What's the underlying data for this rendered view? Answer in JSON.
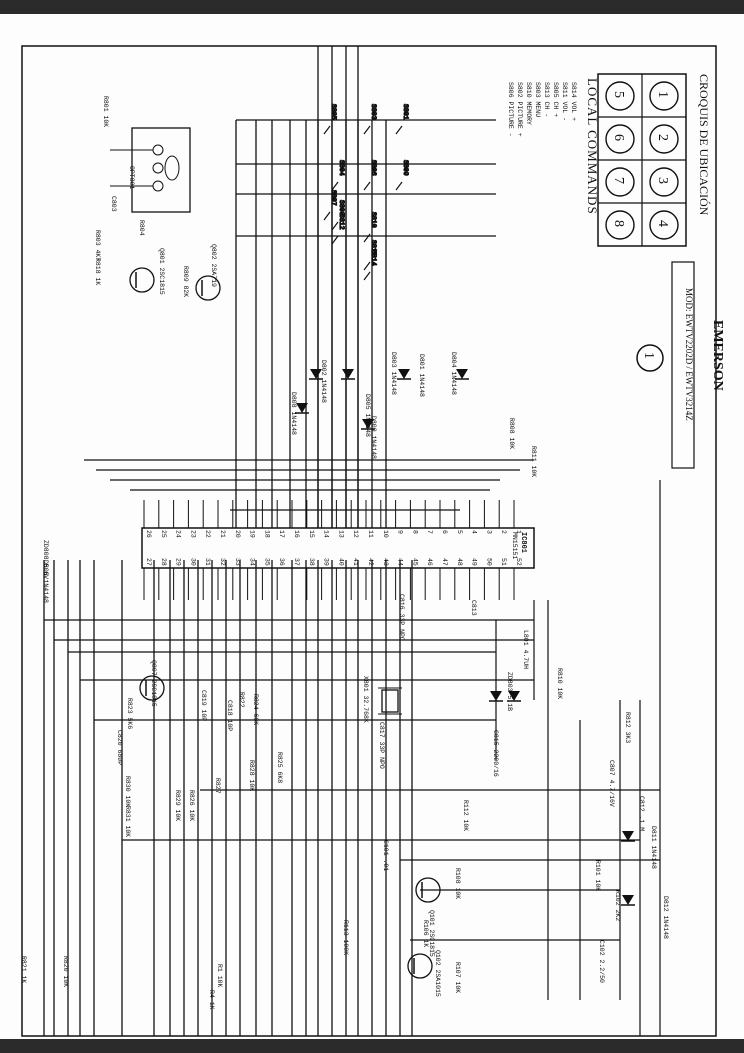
{
  "title": {
    "croquis": "CROQUIS DE UBICACIÓN",
    "brand": "EMERSON",
    "model": "MOD: EWTV2202D / EWTV3214Z",
    "sheet_number": "1"
  },
  "croquis_grid": [
    "1",
    "2",
    "3",
    "4",
    "5",
    "6",
    "7",
    "8"
  ],
  "local_commands": {
    "header": "LOCAL COMMANDS",
    "items": [
      "S814 VOL +",
      "S811 VOL -",
      "S805 CH +",
      "S813 CH -",
      "S803 MENU",
      "S810 MEMORY",
      "S802 PICTURE +",
      "S806 PICTURE -"
    ]
  },
  "ic": {
    "name": "IC801",
    "part": "MN15151",
    "left_pins": [
      "1",
      "2",
      "3",
      "4",
      "5",
      "6",
      "7",
      "8",
      "9",
      "10",
      "11",
      "12",
      "13",
      "14",
      "15",
      "16",
      "17",
      "18",
      "19",
      "20",
      "21",
      "22",
      "23",
      "24",
      "25",
      "26"
    ],
    "right_pins": [
      "52",
      "51",
      "50",
      "49",
      "48",
      "47",
      "46",
      "45",
      "44",
      "43",
      "42",
      "41",
      "40",
      "39",
      "38",
      "37",
      "36",
      "35",
      "34",
      "33",
      "32",
      "31",
      "30",
      "29",
      "28",
      "27"
    ]
  },
  "switches": [
    "S801",
    "S803",
    "S805",
    "S809",
    "S804",
    "S806",
    "S810",
    "S811",
    "S807",
    "S808",
    "S812",
    "S814"
  ],
  "components": [
    "OPT801",
    "R801 10K",
    "C803",
    "R804",
    "R803 4K7",
    "R818 1K",
    "Q801 2SC1815",
    "R809 82K",
    "Q802 2SA719",
    "D801 1N4148",
    "D802 1N4148",
    "D803 1N4148",
    "D804 1N4148",
    "D805 1N4148",
    "D808 1N4148",
    "D809 1N4148",
    "R808 10K",
    "R811 10K",
    "ZD808 5.6V",
    "D806 1N4148",
    "C816 33P NPO",
    "C813",
    "L801 4.7UH",
    "R810 10K",
    "ZD803 5.1B",
    "R823 5K6",
    "Q807 2SC1815",
    "C820 680P",
    "C819 10P",
    "R824 68K",
    "C818 10P",
    "R822",
    "R825 6K8",
    "R827",
    "R829 10K",
    "R826 10K",
    "R828 10K",
    "R830 10K",
    "R831 10K",
    "X801 32.768K",
    "C817 33P NPO",
    "R812 3K3",
    "C807 4.7/16V",
    "C812 .1 M",
    "C815 2200/16",
    "R112 10K",
    "D811 1N4148",
    "D812 1N4148",
    "R101 10K",
    "R102 2K2",
    "C101 .01",
    "R108 10K",
    "Q101 2SC1815",
    "R106 1K",
    "R113 100K",
    "Q102 2SA1015",
    "R107 10K",
    "C102 2.2/50",
    "R821 1K",
    "R820 10K",
    "R1 10K",
    "R4 1K"
  ]
}
